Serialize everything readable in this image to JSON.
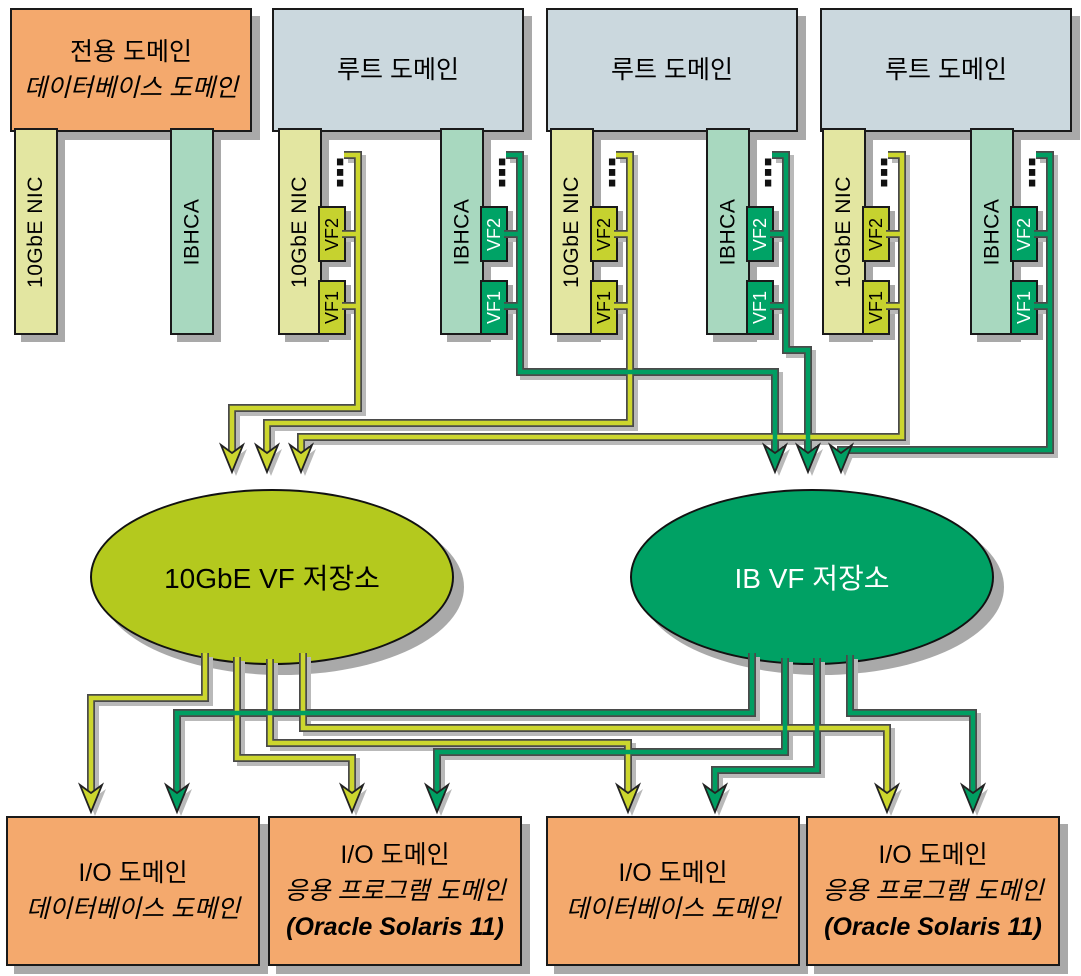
{
  "colors": {
    "orange": "#f4a96d",
    "bluegray": "#cbd8de",
    "nic-pale": "#e3e6a1",
    "hca-pale": "#a8d8bf",
    "vf-yellow": "#c6d22f",
    "vf-green": "#00a366",
    "pool-yellow": "#b4c91e",
    "pool-green": "#00a164",
    "wire-yellow": "#ccd62e",
    "wire-green": "#009e62",
    "wire-outline": "#4a4a4a",
    "shadow": "#a9a9a9"
  },
  "top_domains": [
    {
      "type": "dedicated",
      "lines": [
        "전용 도메인",
        "데이터베이스 도메인"
      ]
    },
    {
      "type": "root",
      "lines": [
        "루트 도메인"
      ]
    },
    {
      "type": "root",
      "lines": [
        "루트 도메인"
      ]
    },
    {
      "type": "root",
      "lines": [
        "루트 도메인"
      ]
    }
  ],
  "adapters": {
    "nic_label": "10GbE NIC",
    "hca_label": "IBHCA",
    "vf_labels": [
      "VF1",
      "VF2"
    ],
    "more_glyph": "⋮"
  },
  "pools": {
    "nic_pool_label": "10GbE VF 저장소",
    "ib_pool_label": "IB VF 저장소"
  },
  "io_domains": [
    {
      "lines": [
        "I/O 도메인",
        "데이터베이스 도메인"
      ]
    },
    {
      "lines": [
        "I/O 도메인",
        "응용 프로그램 도메인",
        "(Oracle Solaris 11)"
      ]
    },
    {
      "lines": [
        "I/O 도메인",
        "데이터베이스 도메인"
      ]
    },
    {
      "lines": [
        "I/O 도메인",
        "응용 프로그램 도메인",
        "(Oracle Solaris 11)"
      ]
    }
  ]
}
